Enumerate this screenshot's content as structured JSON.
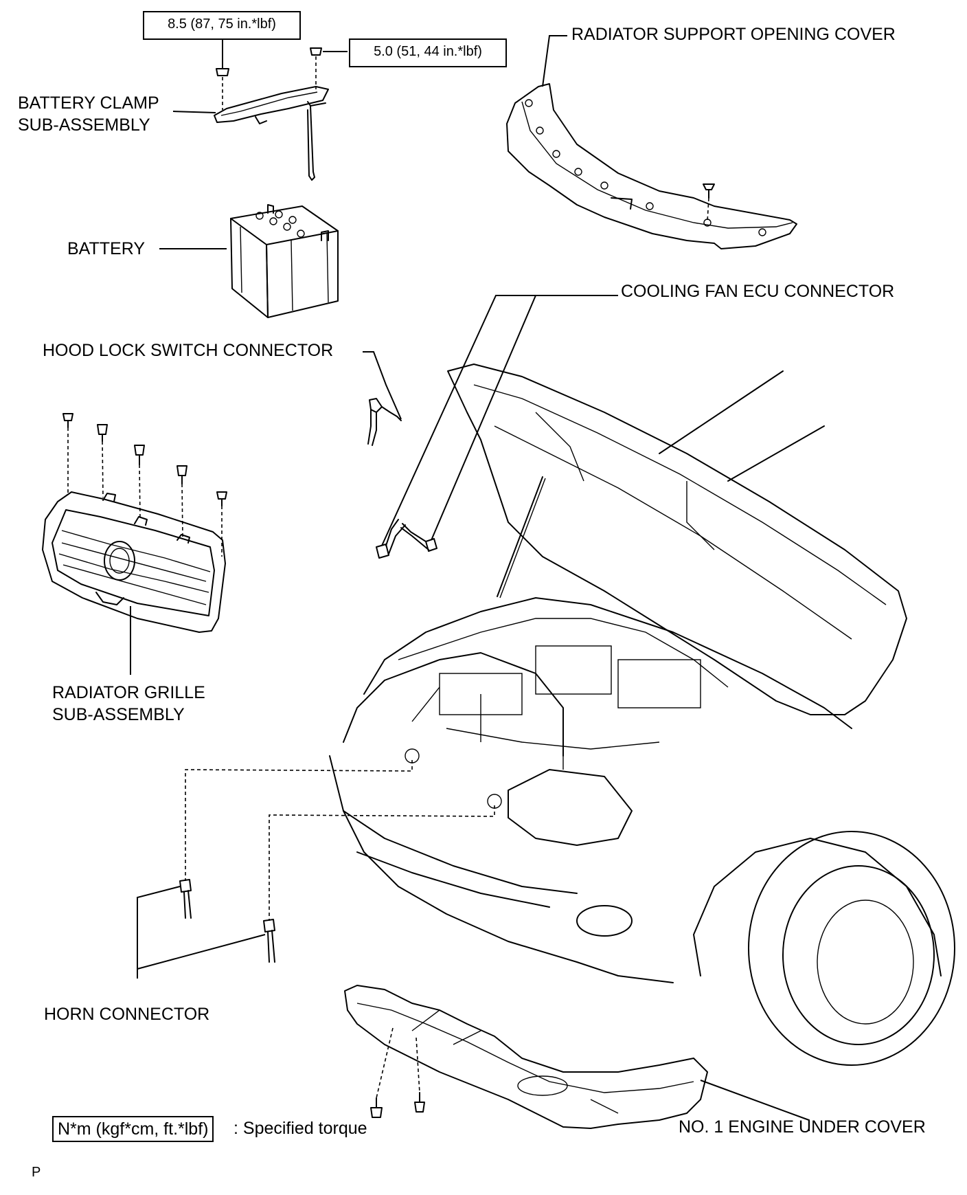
{
  "labels": {
    "torque_1": "8.5 (87, 75 in.*lbf)",
    "torque_2": "5.0 (51, 44 in.*lbf)",
    "battery_clamp_line1": "BATTERY CLAMP",
    "battery_clamp_line2": "SUB-ASSEMBLY",
    "battery": "BATTERY",
    "radiator_support_opening_cover": "RADIATOR SUPPORT OPENING COVER",
    "cooling_fan_ecu_connector": "COOLING FAN ECU CONNECTOR",
    "hood_lock_switch_connector": "HOOD LOCK SWITCH CONNECTOR",
    "radiator_grille_line1": "RADIATOR GRILLE",
    "radiator_grille_line2": "SUB-ASSEMBLY",
    "horn_connector": "HORN CONNECTOR",
    "no1_engine_under_cover": "NO. 1 ENGINE UNDER COVER"
  },
  "legend": {
    "unit_box": "N*m (kgf*cm, ft.*lbf)",
    "description": ": Specified torque"
  },
  "corner_code": "P"
}
